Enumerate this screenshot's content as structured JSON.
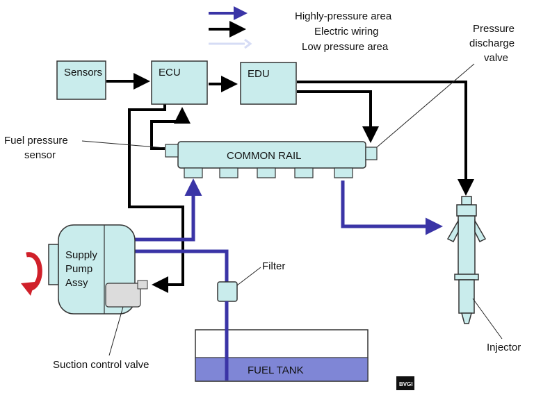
{
  "legend": {
    "high_pressure": "Highly-pressure area",
    "electric_wiring": "Electric wiring",
    "low_pressure": "Low pressure area"
  },
  "boxes": {
    "sensors": "Sensors",
    "ecu": "ECU",
    "edu": "EDU",
    "common_rail": "COMMON RAIL",
    "fuel_tank": "FUEL TANK",
    "supply_pump": [
      "Supply",
      "Pump",
      "Assy"
    ]
  },
  "labels": {
    "pressure_discharge_valve": [
      "Pressure",
      "discharge",
      "valve"
    ],
    "fuel_pressure_sensor": [
      "Fuel pressure",
      "sensor"
    ],
    "filter": "Filter",
    "suction_control_valve": "Suction control valve",
    "injector": "Injector"
  },
  "logo": "BVGI",
  "colors": {
    "component_fill": "#c9ecec",
    "high_pressure_line": "#3a34a6",
    "electric_line": "#000000",
    "low_pressure_line": "#d6dcf5",
    "fuel_tank_fill": "#7f86d6",
    "rotation_arrow": "#d0202a"
  }
}
